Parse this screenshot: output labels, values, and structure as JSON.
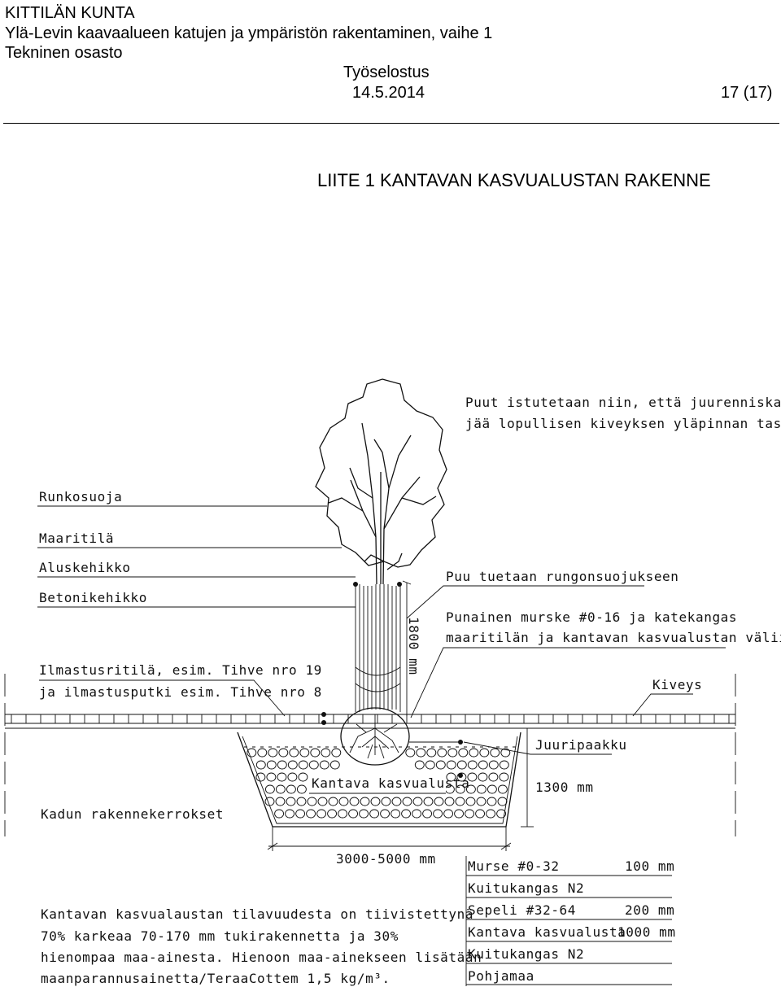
{
  "header": {
    "organization": "KITTILÄN KUNTA",
    "project": "Ylä-Levin kaavaalueen katujen ja ympäristön rakentaminen, vaihe 1",
    "department": "Tekninen osasto",
    "doc_type": "Työselostus",
    "date": "14.5.2014",
    "page": "17 (17)"
  },
  "title": "LIITE 1 KANTAVAN KASVUALUSTAN RAKENNE",
  "drawing": {
    "note_top_1": "Puut istutetaan niin, että juurenniska",
    "note_top_2": "jää lopullisen kiveyksen yläpinnan tasoon.",
    "left_labels": [
      "Runkosuoja",
      "Maaritilä",
      "Aluskehikko",
      "Betonikehikko"
    ],
    "aeration_1": "Ilmastusritilä, esim. Tihve nro 19",
    "aeration_2": "ja ilmastusputki esim. Tihve nro 8",
    "support": "Puu tuetaan rungonsuojukseen",
    "gravel_1": "Punainen murske #0-16 ja katekangas",
    "gravel_2": "maaritilän ja kantavan kasvualustan väliin.",
    "paving": "Kiveys",
    "height_dim": "1800 mm",
    "root_pack": "Juuripaakku",
    "depth_dim": "1300 mm",
    "growing_medium": "Kantava kasvualusta",
    "street_layers": "Kadun rakennekerrokset",
    "width_dim": "3000-5000 mm",
    "desc_1": "Kantavan kasvualaustan tilavuudesta on tiivistettynä",
    "desc_2": "70% karkeaa 70-170 mm tukirakennetta ja 30%",
    "desc_3": "hienompaa maa-ainesta. Hienoon maa-ainekseen lisätään",
    "desc_4": "maanparannusainetta/TeraaCottem 1,5 kg/m³.",
    "layers": [
      {
        "name": "Murse #0-32",
        "thickness": "100 mm"
      },
      {
        "name": "Kuitukangas N2",
        "thickness": ""
      },
      {
        "name": "Sepeli #32-64",
        "thickness": "200 mm"
      },
      {
        "name": "Kantava kasvualusta",
        "thickness": "1000 mm"
      },
      {
        "name": "Kuitukangas N2",
        "thickness": ""
      },
      {
        "name": "Pohjamaa",
        "thickness": ""
      }
    ]
  }
}
